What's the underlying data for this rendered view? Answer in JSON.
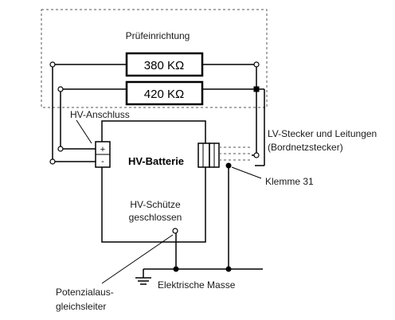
{
  "labels": {
    "test_device": "Prüfeinrichtung",
    "resistor_1": "380 KΩ",
    "resistor_2": "420 KΩ",
    "hv_connector": "HV-Anschluss",
    "battery": "HV-Batterie",
    "plus_sign": "+",
    "minus_sign": "-",
    "contactors_line1": "HV-Schütze",
    "contactors_line2": "geschlossen",
    "lv_connector_line1": "LV-Stecker und Leitungen",
    "lv_connector_line2": "(Bordnetzstecker)",
    "terminal_31": "Klemme 31",
    "ground": "Elektrische Masse",
    "bonding_line1": "Potenzialaus-",
    "bonding_line2": "gleichsleiter"
  }
}
